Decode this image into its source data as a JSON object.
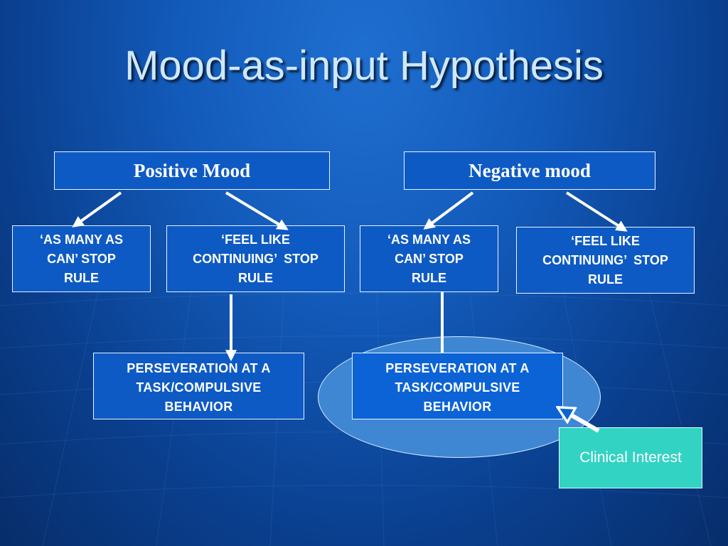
{
  "slide": {
    "title": "Mood-as-input Hypothesis"
  },
  "diagram": {
    "positive_mood": "Positive Mood",
    "negative_mood": "Negative mood",
    "positive_as_many": [
      "‘AS MANY AS",
      "CAN’ STOP",
      "RULE"
    ],
    "positive_feel_like": [
      "‘FEEL LIKE",
      "CONTINUING’  STOP",
      "RULE"
    ],
    "negative_as_many": [
      "‘AS MANY AS",
      "CAN’ STOP",
      "RULE"
    ],
    "negative_feel_like": [
      "‘FEEL LIKE",
      "CONTINUING’  STOP",
      "RULE"
    ],
    "left_perseveration": [
      "PERSEVERATION AT A",
      "TASK/COMPULSIVE",
      "BEHAVIOR"
    ],
    "right_perseveration": [
      "PERSEVERATION AT A",
      "TASK/COMPULSIVE",
      "BEHAVIOR"
    ],
    "clinical_interest": "Clinical Interest"
  },
  "colors": {
    "background": "#135bbb",
    "box_fill": "#0d5ac4",
    "box_border": "#e9f2ff",
    "highlight_ellipse": "#3f87d3",
    "highlight_box": "#0b63d6",
    "clinical_box": "#33d3c3",
    "title_text": "#cfe8ff",
    "arrow": "#ffffff"
  }
}
